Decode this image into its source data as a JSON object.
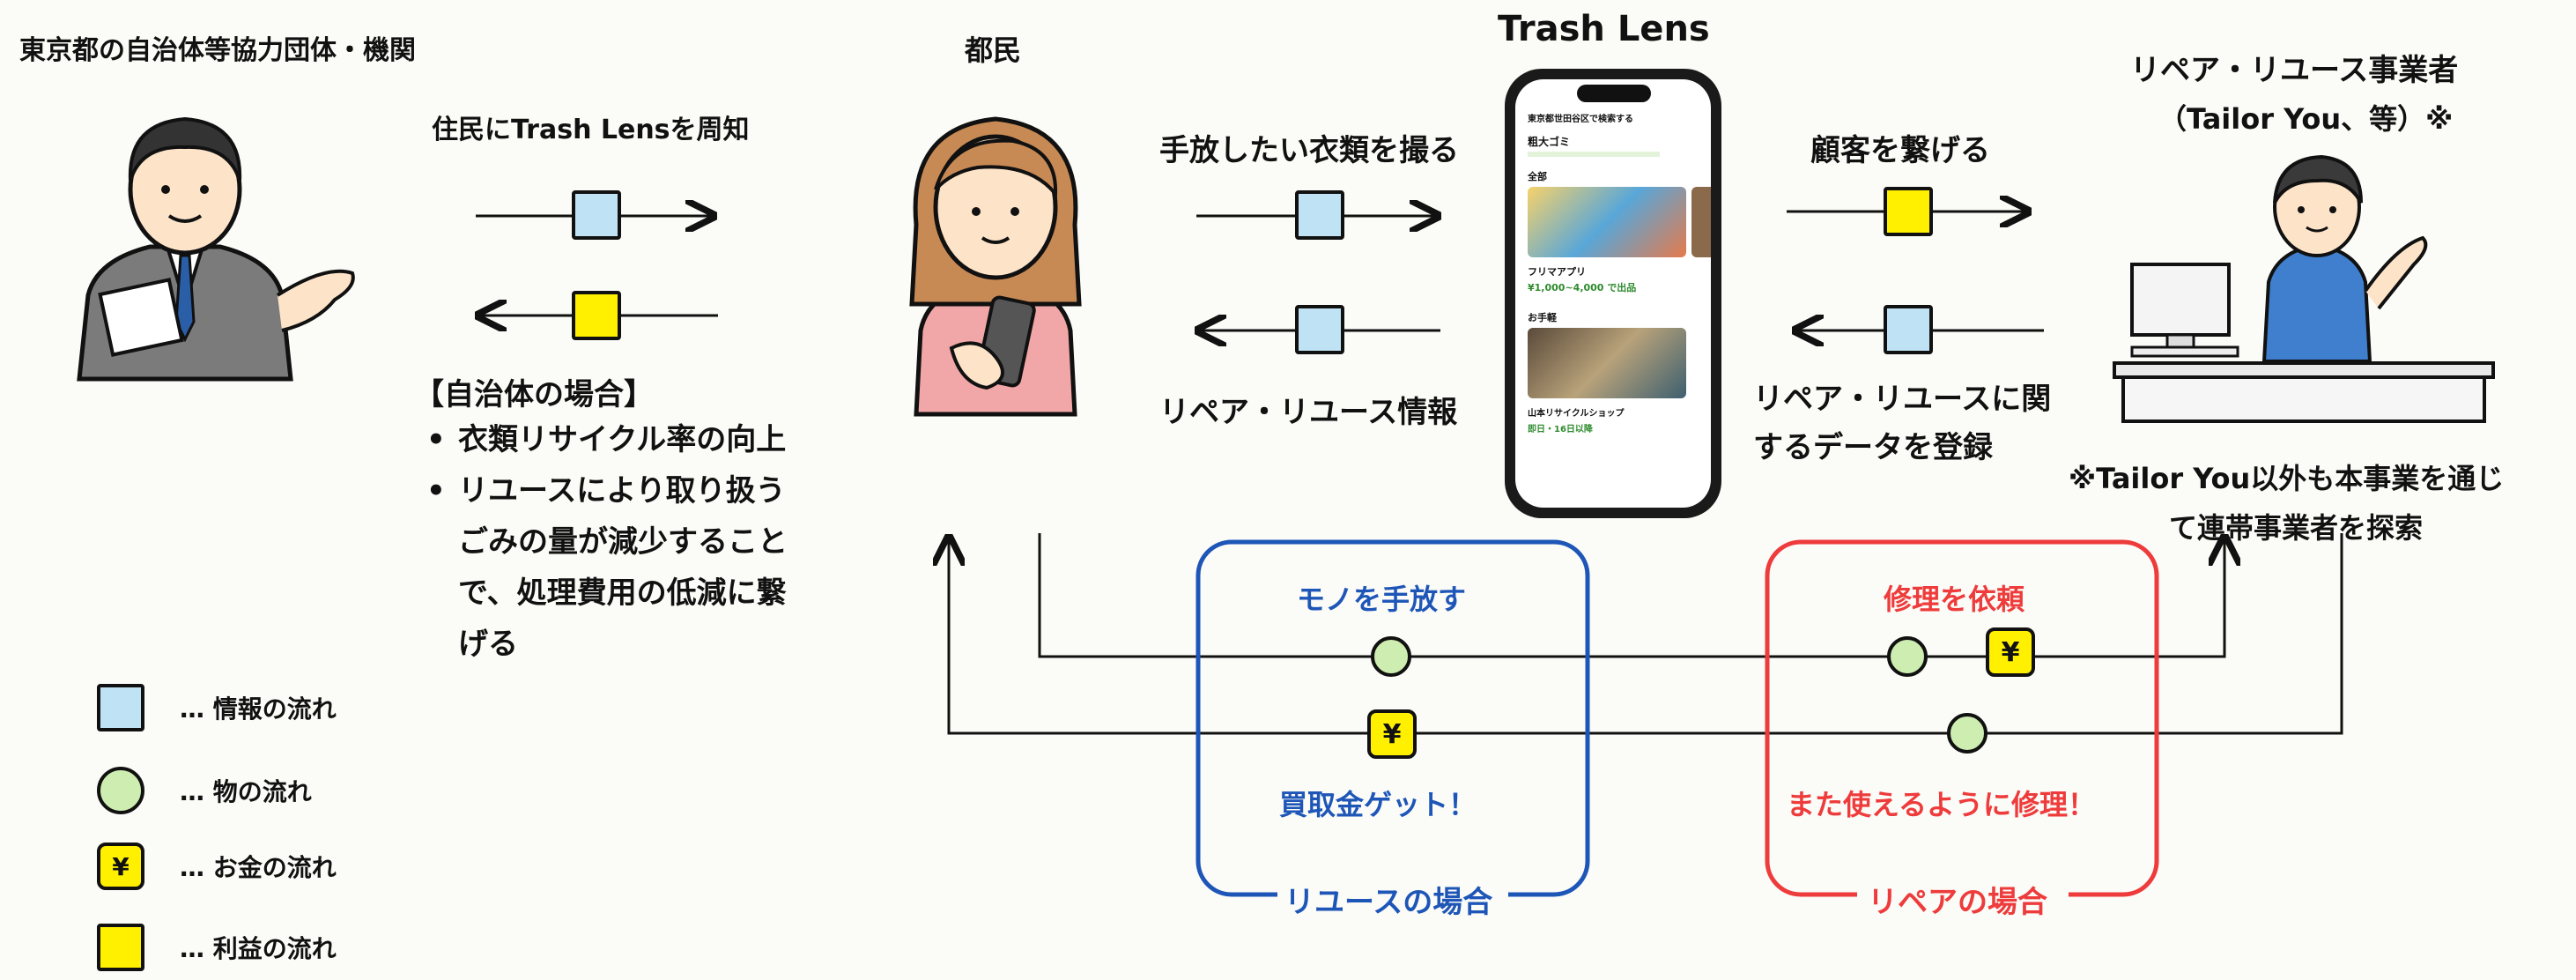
{
  "colors": {
    "info": "#bfe3f5",
    "goods": "#cdeeb0",
    "money": "#fff000",
    "profit": "#fff000",
    "reuse_box": "#1e56b8",
    "repair_box": "#ee3b3b",
    "ink": "#111111"
  },
  "actors": {
    "municipality": "東京都の自治体等協力団体・機関",
    "citizen": "都民",
    "app": "Trash Lens",
    "business_line1": "リペア・リユース事業者",
    "business_line2": "（Tailor You、等）※"
  },
  "flows": {
    "publicize": "住民にTrash Lensを周知",
    "photograph": "手放したい衣類を撮る",
    "repair_reuse_info": "リペア・リユース情報",
    "connect_customers": "顧客を繋げる",
    "register_line1": "リペア・リユースに関",
    "register_line2": "するデータを登録"
  },
  "municipality_benefits": {
    "heading": "【自治体の場合】",
    "items": [
      "衣類リサイクル率の向上",
      "リユースにより取り扱う\nごみの量が減少すること\nで、処理費用の低減に繋\nげる"
    ]
  },
  "footnote_line1": "※Tailor You以外も本事業を通じ",
  "footnote_line2": "て連帯事業者を探索",
  "reuse_case": {
    "title": "リユースの場合",
    "top": "モノを手放す",
    "bottom": "買取金ゲット！"
  },
  "repair_case": {
    "title": "リペアの場合",
    "top": "修理を依頼",
    "bottom": "また使えるように修理！"
  },
  "yen_symbol": "¥",
  "legend": [
    {
      "icon": "info-square",
      "text": "… 情報の流れ"
    },
    {
      "icon": "goods-circle",
      "text": "… 物の流れ"
    },
    {
      "icon": "yen-badge",
      "text": "… お金の流れ"
    },
    {
      "icon": "profit-square",
      "text": "… 利益の流れ"
    }
  ],
  "phone_screen": {
    "location": "東京都世田谷区で検索する",
    "header": "粗大ゴミ",
    "section_all": "全部",
    "card1_title": "フリマアプリ",
    "card1_price": "¥1,000~4,000",
    "card1_tag": "で出品",
    "section_nearby": "お手軽",
    "card2_title": "山本リサイクルショップ",
    "card2_sub": "即日・16日以降"
  }
}
